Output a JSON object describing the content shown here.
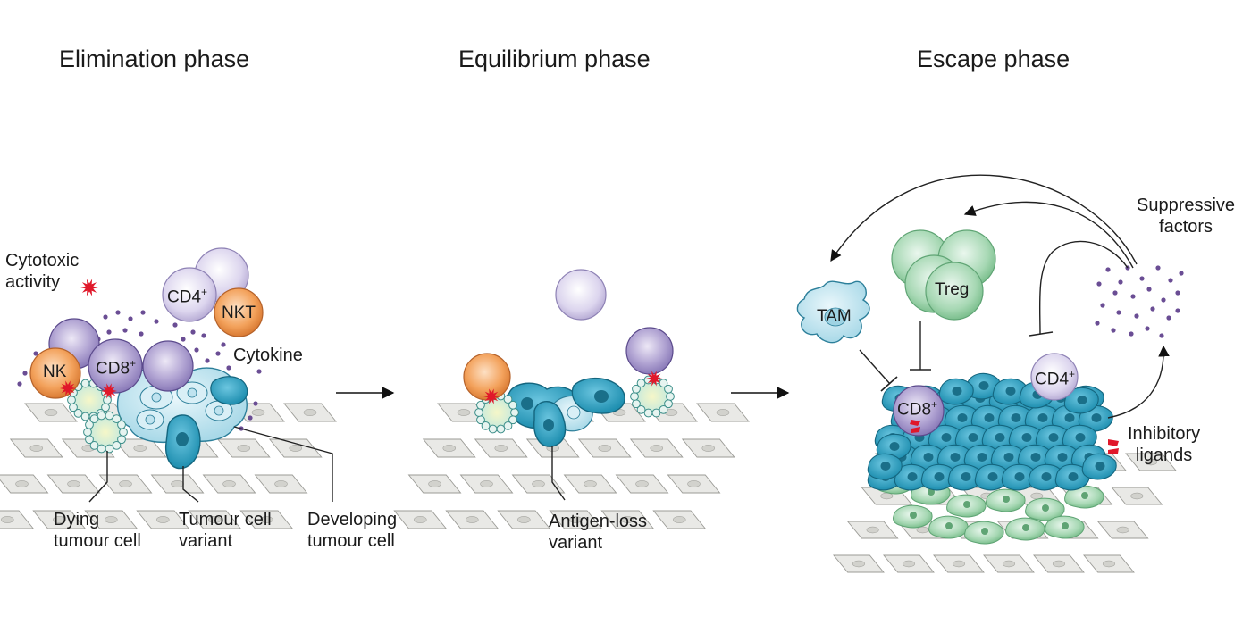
{
  "titles": {
    "elimination": "Elimination phase",
    "equilibrium": "Equilibrium phase",
    "escape": "Escape phase"
  },
  "labels": {
    "cytotoxic_activity": "Cytotoxic\nactivity",
    "cytokine": "Cytokine",
    "dying_tumour_cell": "Dying\ntumour cell",
    "tumour_cell_variant": "Tumour cell\nvariant",
    "developing_tumour_cell": "Developing\ntumour cell",
    "antigen_loss_variant": "Antigen-loss\nvariant",
    "suppressive_factors": "Suppressive\nfactors",
    "inhibitory_ligands": "Inhibitory\nligands"
  },
  "cells": {
    "nk": "NK",
    "cd8": "CD8",
    "cd4": "CD4",
    "nkt": "NKT",
    "tam": "TAM",
    "treg": "Treg",
    "plus": "+"
  },
  "colors": {
    "purple": "#a597c8",
    "lilac": "#d6cfe8",
    "orange": "#ee9a55",
    "teal": "#2c9fbf",
    "light_blue": "#bfe3ef",
    "green": "#a9d8b6",
    "red": "#e0182a",
    "tissue": "#e9e9e6",
    "dot": "#6a4d94"
  }
}
